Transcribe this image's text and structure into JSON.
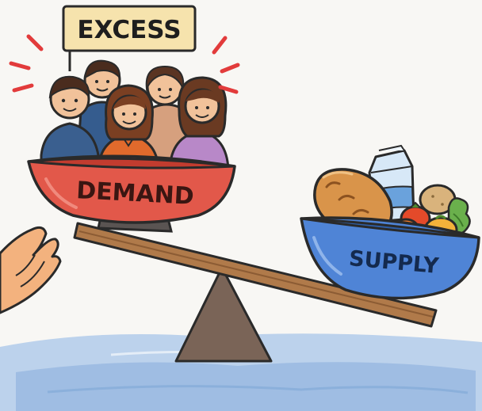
{
  "sign": {
    "label": "EXCESS"
  },
  "demand_bowl": {
    "label": "DEMAND",
    "contents": "people"
  },
  "supply_bowl": {
    "label": "SUPPLY",
    "contents": [
      "bread-icon",
      "milk-carton-icon",
      "vegetables-icon",
      "potato-icon"
    ]
  },
  "colors": {
    "demand_bowl": "#e2584a",
    "supply_bowl": "#4f84d6",
    "plank": "#b07a4a",
    "fulcrum": "#7a6457",
    "sign": "#f6e3ad",
    "water": "#a9c6e8",
    "burst": "#e23b3b"
  }
}
